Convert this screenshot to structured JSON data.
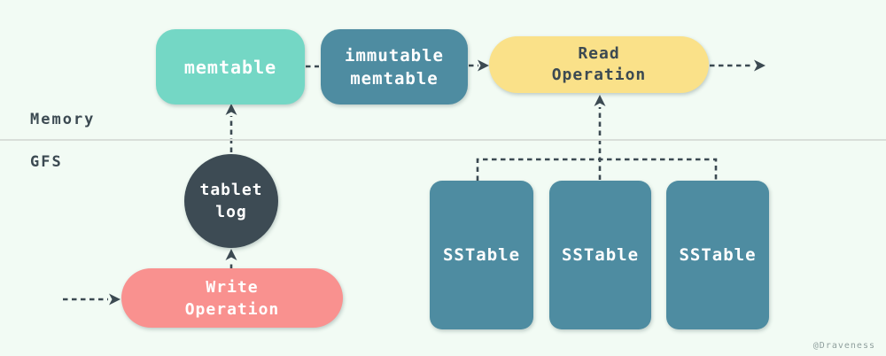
{
  "regions": {
    "memory_label": "Memory",
    "gfs_label": "GFS"
  },
  "nodes": {
    "memtable": {
      "label": "memtable",
      "color": "#74d7c5"
    },
    "immutable_memtable": {
      "line1": "immutable",
      "line2": "memtable",
      "color": "#4e8ca1"
    },
    "read_operation": {
      "line1": "Read",
      "line2": "Operation",
      "color": "#fae189"
    },
    "tablet_log": {
      "line1": "tablet",
      "line2": "log",
      "color": "#3d4b54"
    },
    "write_operation": {
      "line1": "Write",
      "line2": "Operation",
      "color": "#f9918f"
    },
    "sstables": [
      {
        "label": "SSTable"
      },
      {
        "label": "SSTable"
      },
      {
        "label": "SSTable"
      }
    ],
    "sstable_color": "#4e8ca1"
  },
  "style": {
    "background": "#f2fbf4",
    "arrow_color": "#3c4a52",
    "divider_color": "#d9ded9",
    "text_dark": "#3c4a52",
    "text_light": "#ffffff"
  },
  "credit": "@Draveness"
}
